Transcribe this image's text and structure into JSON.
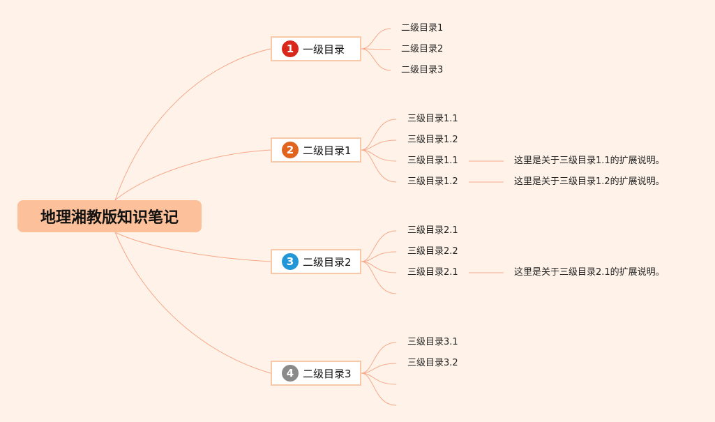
{
  "colors": {
    "background": "#fff3e9",
    "root_fill": "#fcc19a",
    "branch_border": "#f8c9a8",
    "edge": "#f6a88a"
  },
  "root": {
    "label": "地理湘教版知识笔记"
  },
  "branches": [
    {
      "number": "1",
      "badge_color": "#d9271c",
      "label": "一级目录",
      "leaves": [
        "二级目录1",
        "二级目录2",
        "二级目录3"
      ]
    },
    {
      "number": "2",
      "badge_color": "#e0641e",
      "label": "二级目录1",
      "leaves": [
        "三级目录1.1",
        "三级目录1.2",
        "三级目录1.1",
        "三级目录1.2"
      ],
      "notes": [
        {
          "leaf_index": 2,
          "text": "这里是关于三级目录1.1的扩展说明。"
        },
        {
          "leaf_index": 3,
          "text": "这里是关于三级目录1.2的扩展说明。"
        }
      ]
    },
    {
      "number": "3",
      "badge_color": "#2297d8",
      "label": "二级目录2",
      "leaves": [
        "三级目录2.1",
        "三级目录2.2",
        "三级目录2.1",
        ""
      ],
      "notes": [
        {
          "leaf_index": 2,
          "text": "这里是关于三级目录2.1的扩展说明。"
        }
      ]
    },
    {
      "number": "4",
      "badge_color": "#8a8a8a",
      "label": "二级目录3",
      "leaves": [
        "三级目录3.1",
        "三级目录3.2",
        "",
        ""
      ]
    }
  ]
}
